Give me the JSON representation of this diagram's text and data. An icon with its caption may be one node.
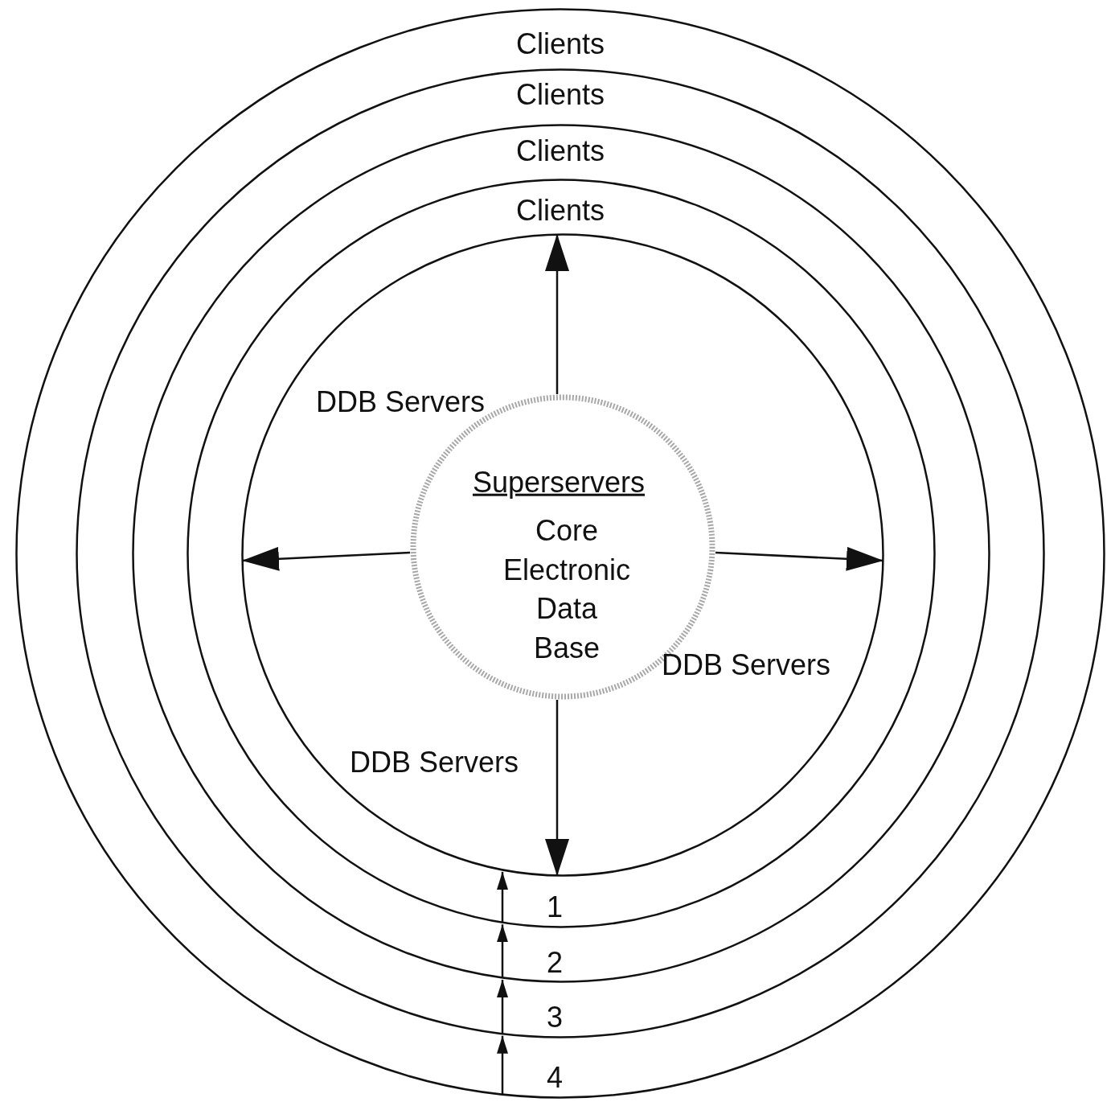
{
  "diagram": {
    "nodes": [
      {
        "text": [
          "Clients"
        ]
      },
      {
        "text": [
          "Clients"
        ],
        "in": 0
      },
      {
        "text": [
          "Clients"
        ],
        "in": 1
      },
      {
        "text": [
          "Clients"
        ],
        "in": 2
      },
      {
        "text": [
          "DDB Servers",
          "DDB Servers",
          "DDB Servers"
        ],
        "in": 3
      },
      {
        "text": [
          "Superservers",
          "Core Electronic Data Base"
        ],
        "in": 4
      }
    ],
    "edges": [
      {
        "from": 5,
        "to": 4,
        "arrow": "to"
      },
      {
        "from": 5,
        "to": 4,
        "arrow": "to"
      },
      {
        "from": 5,
        "to": 4,
        "arrow": "to"
      },
      {
        "from": 5,
        "to": 4,
        "arrow": "to"
      },
      {
        "from": 3,
        "to": 4,
        "arrow": "to"
      },
      {
        "from": 2,
        "to": 3,
        "arrow": "to"
      },
      {
        "from": 1,
        "to": 2,
        "arrow": "to"
      },
      {
        "from": 0,
        "to": 1,
        "arrow": "to"
      }
    ],
    "labels": [
      "1",
      "2",
      "3",
      "4"
    ]
  }
}
